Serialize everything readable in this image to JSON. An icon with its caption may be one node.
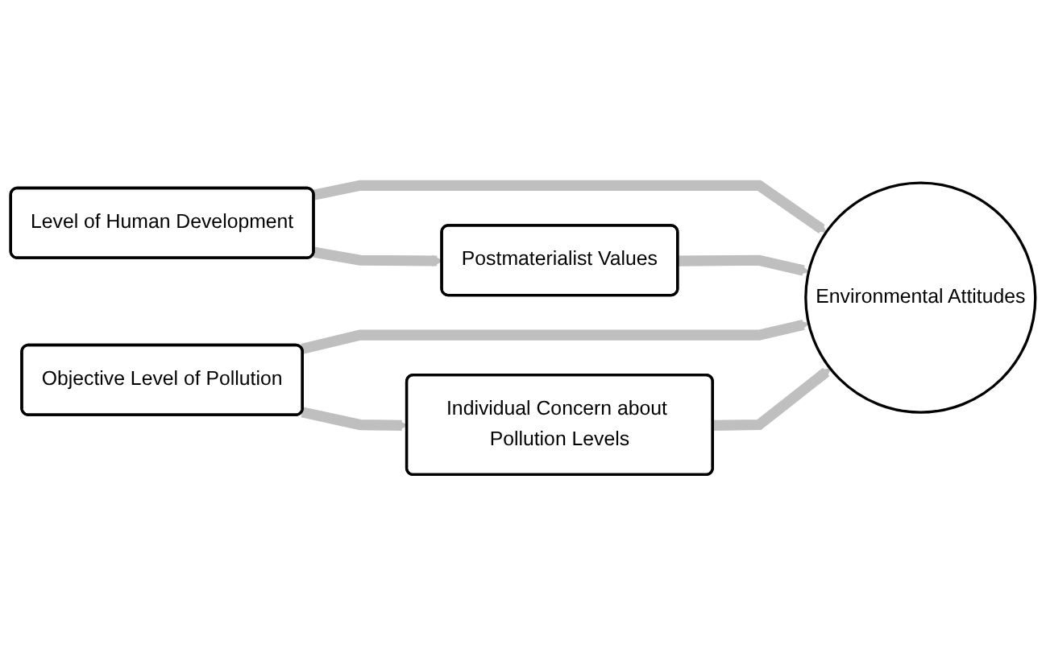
{
  "diagram": {
    "nodes": [
      {
        "text": [
          "Level of Human Development"
        ]
      },
      {
        "text": [
          "Environmental Attitudes"
        ]
      },
      {
        "text": [
          "Objective Level of Pollution"
        ]
      },
      {
        "text": [
          "Postmaterialist Values"
        ]
      },
      {
        "text": [
          "Individual Concern about Pollution Levels"
        ]
      }
    ],
    "edges": [
      {
        "from": 0,
        "to": 1,
        "arrow": "to"
      },
      {
        "from": 2,
        "to": 1,
        "arrow": "to"
      },
      {
        "from": 0,
        "to": 3,
        "arrow": "to"
      },
      {
        "from": 3,
        "to": 1,
        "arrow": "to"
      },
      {
        "from": 2,
        "to": 4,
        "arrow": "to"
      },
      {
        "from": 4,
        "to": 1,
        "arrow": "to"
      }
    ]
  }
}
